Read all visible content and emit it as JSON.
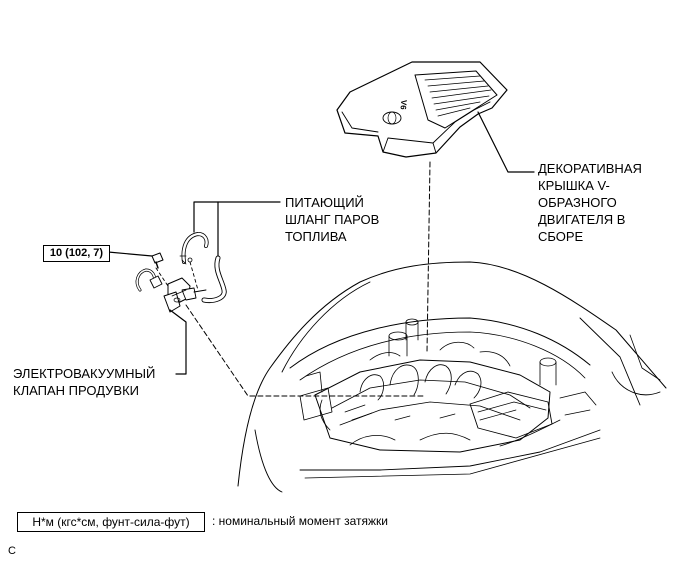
{
  "labels": {
    "engine_cover": [
      "ДЕКОРАТИВНАЯ",
      "КРЫШКА V-",
      "ОБРАЗНОГО",
      "ДВИГАТЕЛЯ В",
      "СБОРЕ"
    ],
    "vapor_hose": [
      "ПИТАЮЩИЙ",
      "ШЛАНГ ПАРОВ",
      "ТОПЛИВА"
    ],
    "purge_valve": [
      "ЭЛЕКТРОВАКУУМНЫЙ",
      "КЛАПАН ПРОДУВКИ"
    ],
    "cover_badge": "V6"
  },
  "torque": {
    "value": "10 (102, 7)"
  },
  "legend": {
    "units": "Н*м (кгс*см, фунт-сила-фут)",
    "description": ": номинальный момент затяжки"
  },
  "figure_code": "C"
}
